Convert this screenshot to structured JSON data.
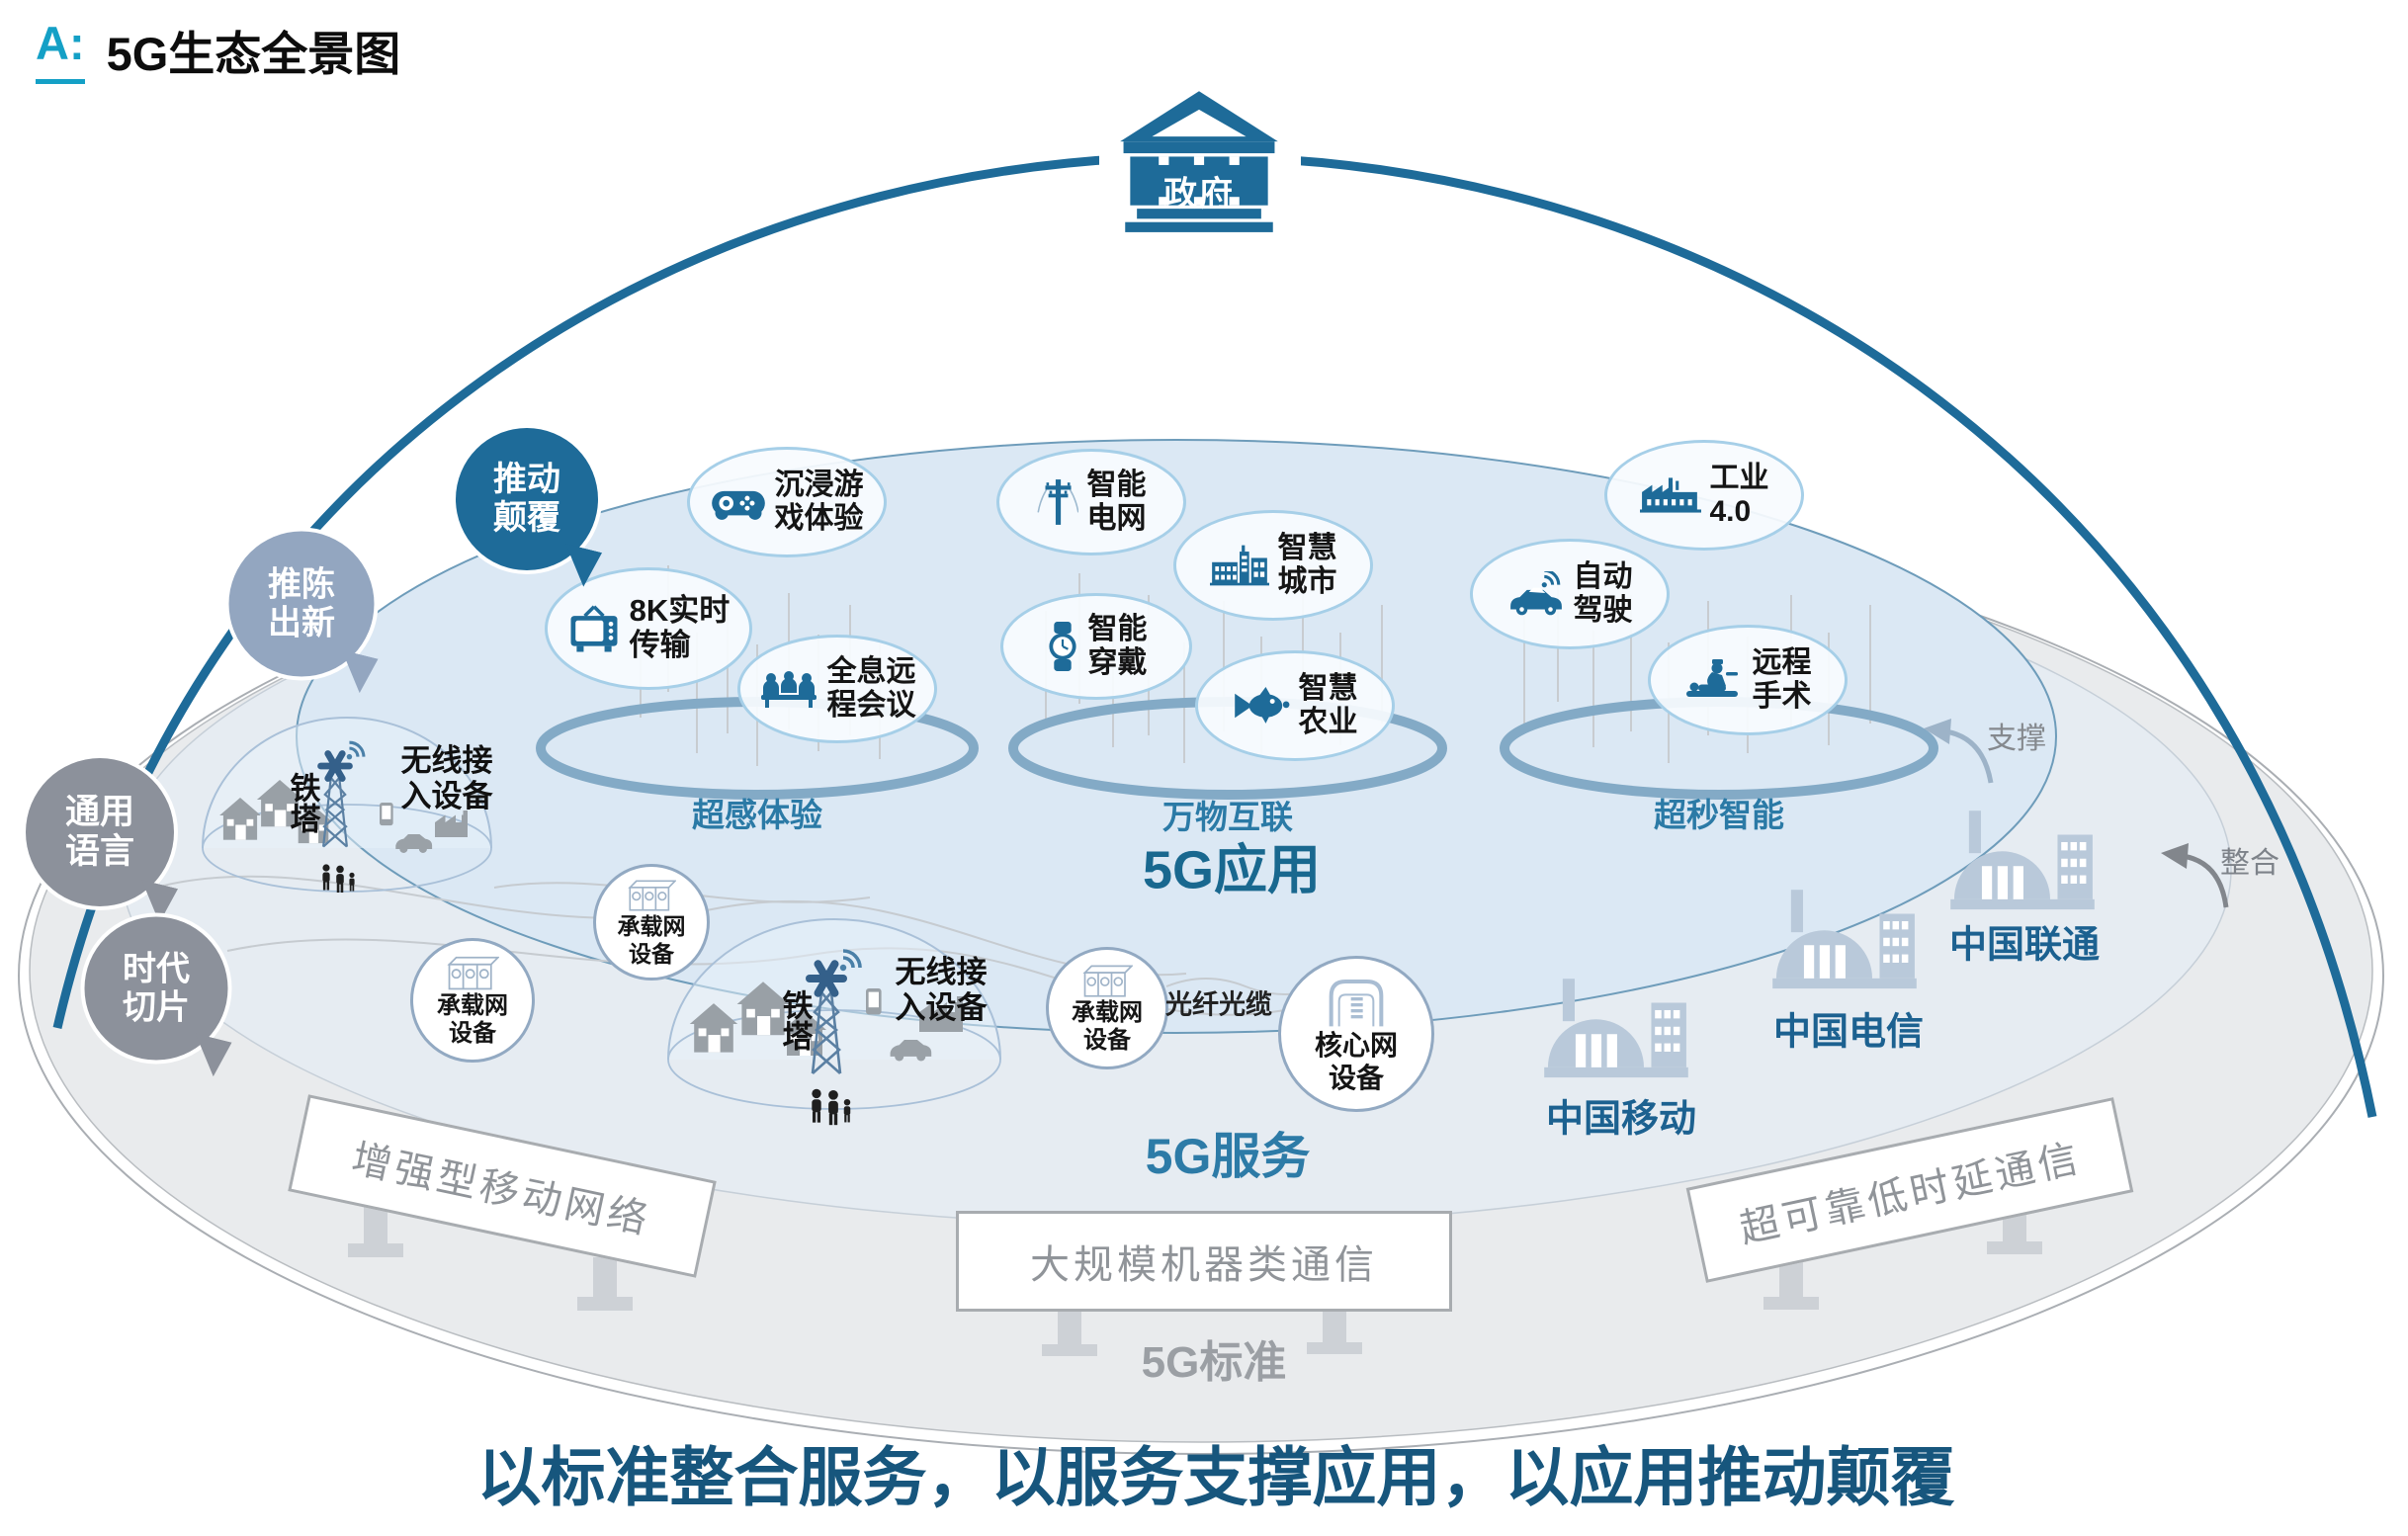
{
  "title": {
    "prefix": "A:",
    "text": "5G生态全景图"
  },
  "tagline": "以标准整合服务，以服务支撑应用，以应用推动颠覆",
  "government": {
    "label": "政府"
  },
  "speech_bubbles": [
    {
      "line1": "推动",
      "line2": "颠覆",
      "color": "#1e6b99"
    },
    {
      "line1": "推陈",
      "line2": "出新",
      "color": "#93a6c0"
    },
    {
      "line1": "通用",
      "line2": "语言",
      "color": "#8c919b"
    },
    {
      "line1": "时代",
      "line2": "切片",
      "color": "#8c919b"
    }
  ],
  "app_layer": {
    "label": "5G应用",
    "rings": [
      {
        "label": "超感体验"
      },
      {
        "label": "万物互联"
      },
      {
        "label": "超秒智能"
      }
    ],
    "bubbles": [
      {
        "icon": "game-controller",
        "line1": "沉浸游",
        "line2": "戏体验"
      },
      {
        "icon": "tv",
        "line1": "8K实时",
        "line2": "传输"
      },
      {
        "icon": "holo-meeting",
        "line1": "全息远",
        "line2": "程会议"
      },
      {
        "icon": "power-grid",
        "line1": "智能",
        "line2": "电网"
      },
      {
        "icon": "smart-city",
        "line1": "智慧",
        "line2": "城市"
      },
      {
        "icon": "smart-watch",
        "line1": "智能",
        "line2": "穿戴"
      },
      {
        "icon": "fish",
        "line1": "智慧",
        "line2": "农业"
      },
      {
        "icon": "factory",
        "line1": "工业",
        "line2": "4.0"
      },
      {
        "icon": "auto-car",
        "line1": "自动",
        "line2": "驾驶"
      },
      {
        "icon": "surgery",
        "line1": "远程",
        "line2": "手术"
      }
    ]
  },
  "service_layer": {
    "label": "5G服务",
    "fiber_label": "光纤光缆",
    "towers": [
      {
        "tower": "铁塔",
        "access_line1": "无线接",
        "access_line2": "入设备"
      },
      {
        "tower": "铁塔",
        "access_line1": "无线接",
        "access_line2": "入设备"
      }
    ],
    "equipment": [
      {
        "line1": "承载网",
        "line2": "设备"
      },
      {
        "line1": "承载网",
        "line2": "设备"
      },
      {
        "line1": "承载网",
        "line2": "设备"
      },
      {
        "line1": "核心网",
        "line2": "设备"
      }
    ],
    "operators": [
      {
        "label": "中国移动"
      },
      {
        "label": "中国电信"
      },
      {
        "label": "中国联通"
      }
    ]
  },
  "standard_layer": {
    "label": "5G标准",
    "boards": [
      {
        "label": "增强型移动网络"
      },
      {
        "label": "大规模机器类通信"
      },
      {
        "label": "超可靠低时延通信"
      }
    ]
  },
  "annotations": [
    {
      "label": "支撑"
    },
    {
      "label": "整合"
    }
  ],
  "colors": {
    "primary": "#1e6b99",
    "teal_label": "#2b7aa6",
    "tagline": "#17567d",
    "gray_bubble": "#8c919b",
    "blue_gray_bubble": "#93a6c0",
    "ring_stroke": "#83aac6",
    "app_fill": "#dbe8f4",
    "service_fill": "#e6ecf2",
    "standard_fill": "#e9ebed"
  }
}
